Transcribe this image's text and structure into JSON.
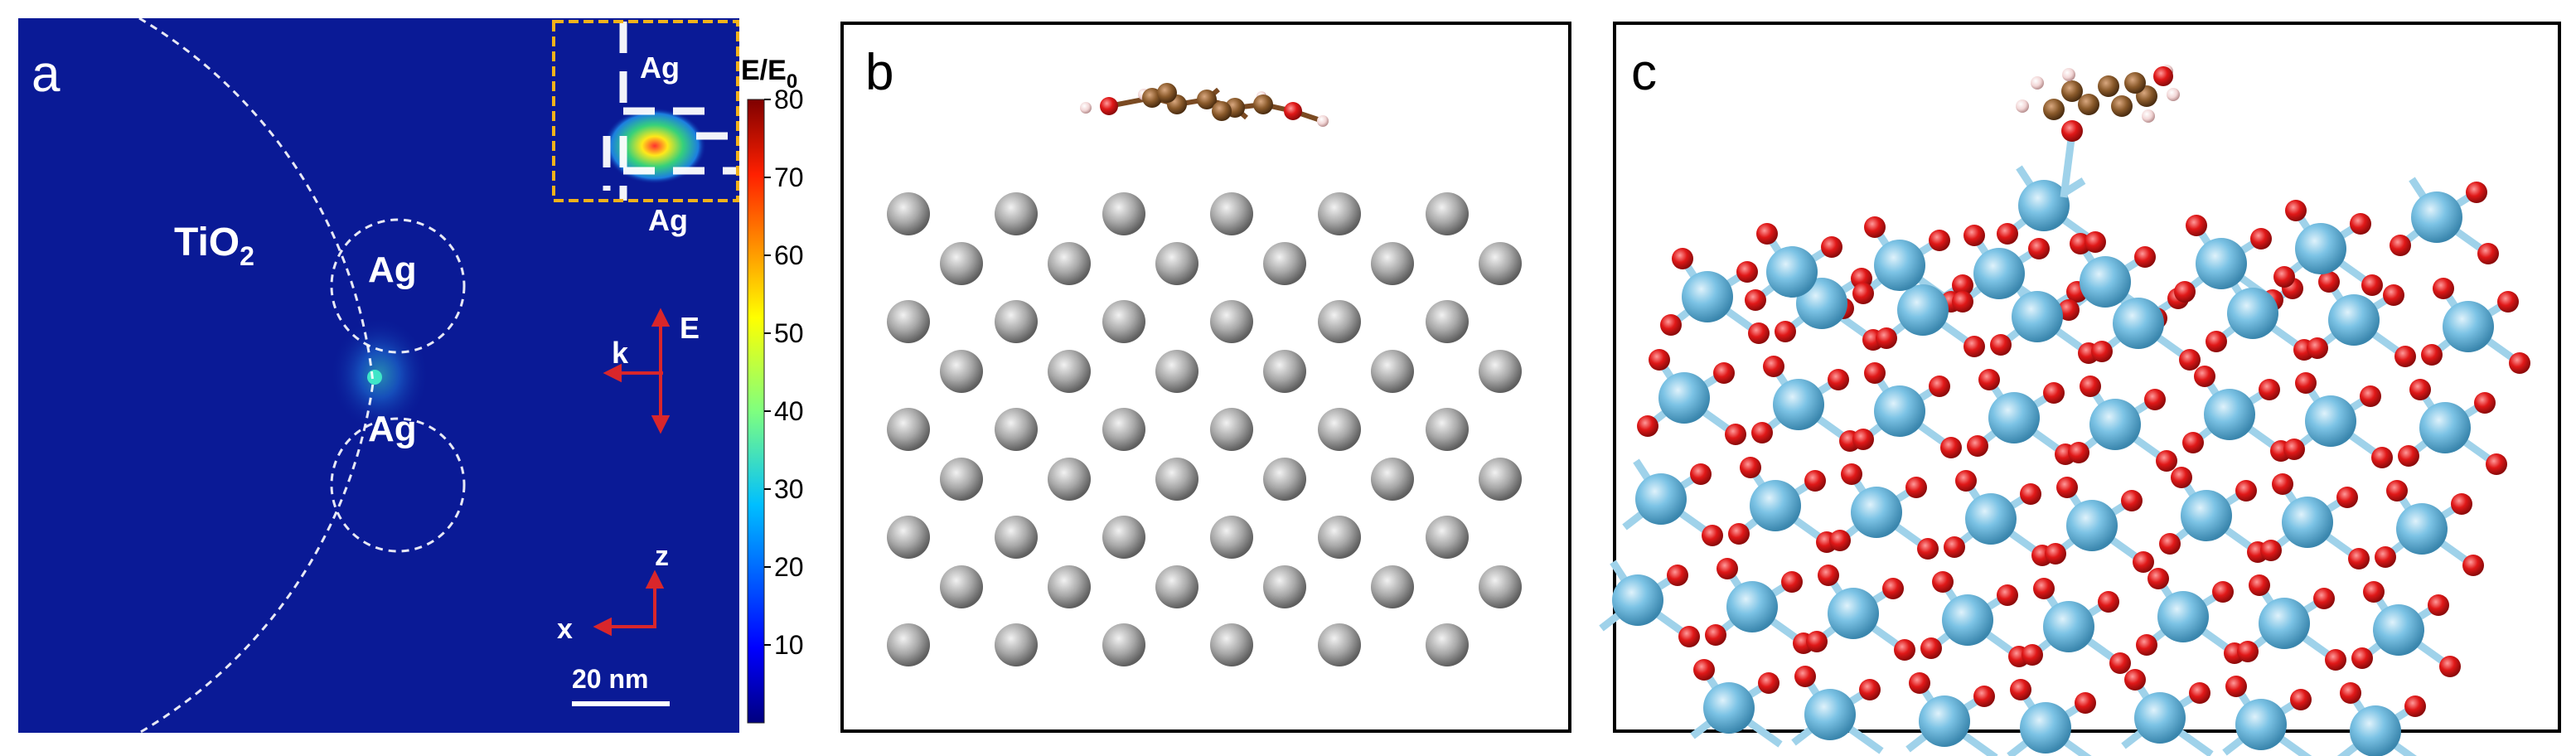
{
  "panel_a": {
    "letter": "a",
    "tio2_main": "TiO",
    "tio2_sub": "2",
    "ag_top": "Ag",
    "ag_bottom": "Ag",
    "inset_ag_top": "Ag",
    "inset_ag_bottom": "Ag",
    "arrow_e": "E",
    "arrow_k": "k",
    "axis_z": "z",
    "axis_x": "x",
    "scale_bar": "20 nm",
    "colorbar_title_main": "E/E",
    "colorbar_title_sub": "0",
    "colorbar_ticks": [
      "80",
      "70",
      "60",
      "50",
      "40",
      "30",
      "20",
      "10"
    ],
    "colorbar_range": [
      0,
      80
    ],
    "colors": {
      "background": "#0a1a96",
      "dashed": "#ffffff",
      "inset_border": "#f2b21b",
      "arrow": "#d9262b"
    }
  },
  "panel_b": {
    "letter": "b",
    "colors": {
      "atom": "#a5a5a5",
      "carbon": "#8a5a2b",
      "oxygen": "#e02020",
      "hydrogen": "#f0d0d0"
    }
  },
  "panel_c": {
    "letter": "c",
    "colors": {
      "titanium": "#7ec4e6",
      "oxygen": "#e01818",
      "carbon": "#8a5a2b",
      "hydrogen": "#f0d0d0"
    }
  }
}
